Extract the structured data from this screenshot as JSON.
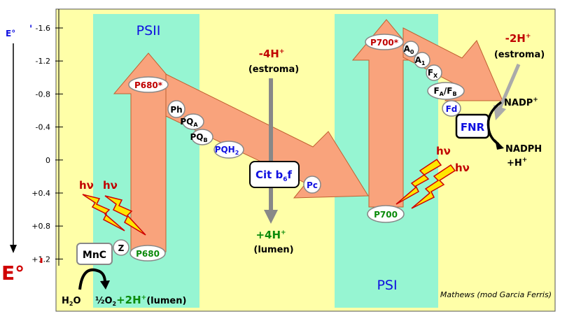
{
  "axis": {
    "header_symbol": "E°",
    "header_mark": "'",
    "big_symbol": "E°",
    "big_mark": "'",
    "ticks": [
      "-1.6",
      "-1.2",
      "-0.8",
      "-0.4",
      "0",
      "+0.4",
      "+0.8",
      "+1.2"
    ]
  },
  "photosystems": {
    "psii": "PSII",
    "psi": "PSI"
  },
  "psii_carriers": {
    "p680_star": "P680*",
    "ph": "Ph",
    "pqa_main": "PQ",
    "pqa_sub": "A",
    "pqb_main": "PQ",
    "pqb_sub": "B",
    "pqh2_main": "PQH",
    "pqh2_sub": "2",
    "cit_main": "Cit b",
    "cit_sub": "6",
    "cit_end": "f",
    "pc": "Pc",
    "p680": "P680",
    "mnc": "MnC",
    "z": "Z"
  },
  "psi_carriers": {
    "p700_star": "P700*",
    "a0_main": "A",
    "a0_sub": "0",
    "a1_main": "A",
    "a1_sub": "1",
    "fx_main": "F",
    "fx_sub": "X",
    "fafb_a": "F",
    "fafb_a_sub": "A",
    "fafb_sep": "/F",
    "fafb_b_sub": "B",
    "fd": "Fd",
    "fnr": "FNR",
    "p700": "P700"
  },
  "light": {
    "hv": "hν"
  },
  "protons": {
    "cit_in_main": "-4H",
    "cit_in_sup": "+",
    "cit_in_loc": "(estroma)",
    "cit_out_main": "+4H",
    "cit_out_sup": "+",
    "cit_out_loc": "(lumen)",
    "fnr_main": "-2H",
    "fnr_sup": "+",
    "fnr_loc": "(estroma)"
  },
  "water": {
    "h2o_main": "H",
    "h2o_sub": "2",
    "h2o_end": "O",
    "o2_coef": "½",
    "o2_main": "O",
    "o2_sub": "2",
    "h_product": "+2H",
    "h_sup": "+",
    "lumen": "(lumen)"
  },
  "nadp": {
    "nadp_main": "NADP",
    "nadp_sup": "+",
    "nadph": "NADPH",
    "h_main": "+H",
    "h_sup": "+"
  },
  "credit": "Mathews (mod  Garcia Ferris)",
  "colors": {
    "background": "#FFFFA8",
    "band": "#96F5D2",
    "arrow": "#F9A37C",
    "axis_text": "#000000",
    "blue_text": "#1010E0",
    "red_text": "#C00000",
    "green_text": "#0A8A0A",
    "lightning": "#FFE600"
  }
}
